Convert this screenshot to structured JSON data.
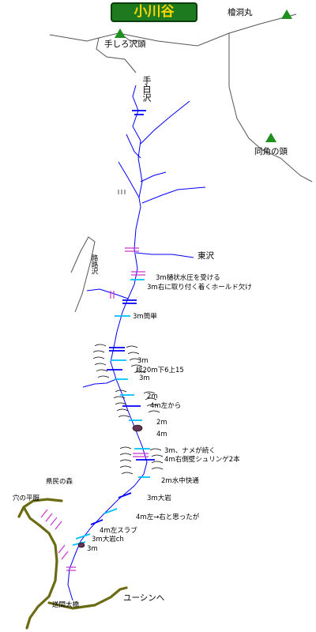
{
  "title": "小川谷",
  "colors": {
    "stream": "#0000ff",
    "ridge": "#555555",
    "road": "#6b6b14",
    "trail": "#cc33cc",
    "marker": "#00c0ff",
    "peak": "#1f8f1f",
    "title_bg": "#1e7a1e",
    "title_text": "#ffd700"
  },
  "peaks": {
    "hinokiboramaru": "檜洞丸",
    "teshirosawa_head": "手しろ沢頭",
    "dousumi_head": "同角の頭"
  },
  "streams": {
    "teshirosawa": "手白沢",
    "higashisawa": "東沢"
  },
  "places": {
    "road_label": "県民の森",
    "trail_label": "路路沢",
    "plaza": "穴の平服",
    "bridge": "送間太橋",
    "to_yushin": "ユーシンへ"
  },
  "notes": [
    "3m樋状水圧を受ける",
    "3m右に取り付く着くホールド欠け",
    "3m簡単",
    "3m",
    "段20m下6上15",
    "3m",
    "2m",
    "4m左から",
    "2m",
    "4m",
    "3m、ナメが続く",
    "4m右側壁シュリンゲ2本",
    "2m水中快通",
    "3m大岩",
    "4m左→右と思ったが",
    "4m左スラブ",
    "3m大岩ch",
    "3m"
  ]
}
